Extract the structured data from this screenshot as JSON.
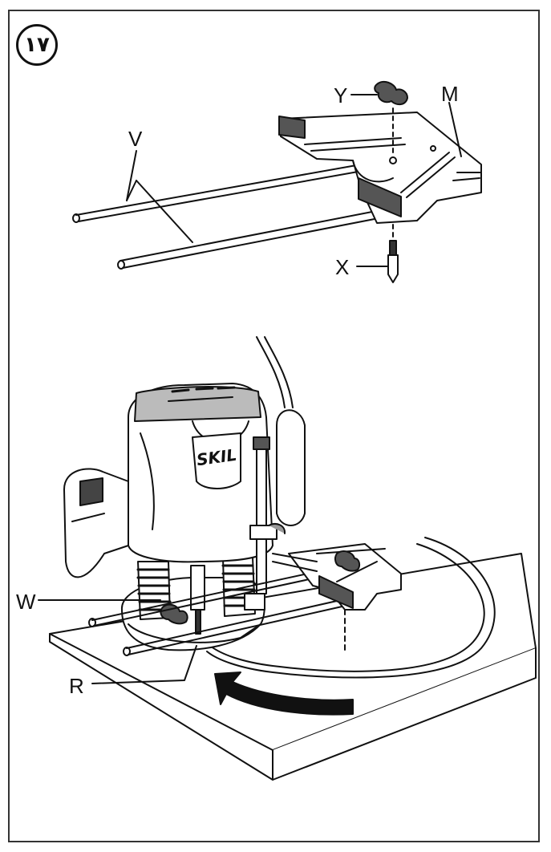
{
  "figure": {
    "number": "١٧",
    "brand": "SKIL"
  },
  "labels": {
    "y": "Y",
    "m": "M",
    "v": "V",
    "x": "X",
    "w": "W",
    "r": "R"
  }
}
